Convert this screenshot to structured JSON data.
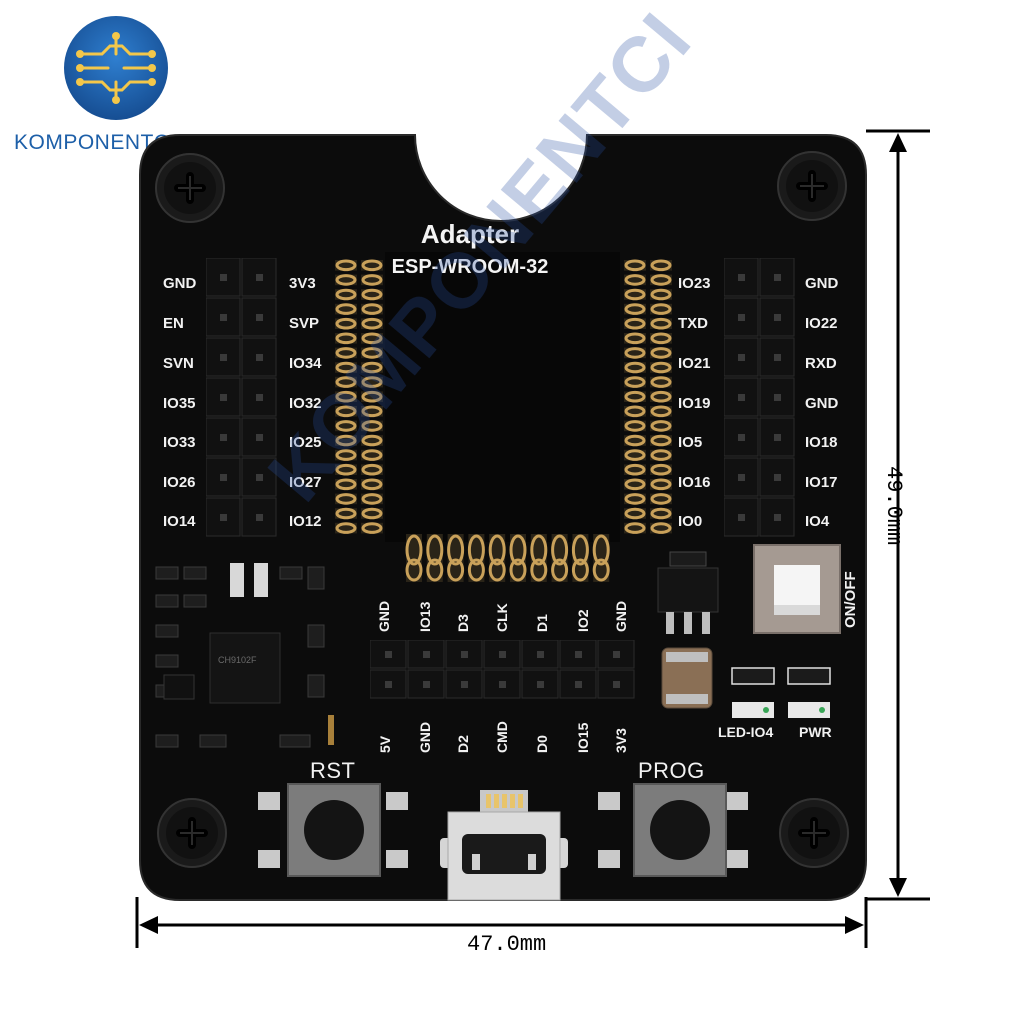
{
  "logo": {
    "brand_text": "KOMPONENTCI"
  },
  "board": {
    "title": "Adapter",
    "subtitle": "ESP-WROOM-32",
    "left_outer_labels": [
      "GND",
      "EN",
      "SVN",
      "IO35",
      "IO33",
      "IO26",
      "IO14"
    ],
    "left_inner_labels": [
      "3V3",
      "SVP",
      "IO34",
      "IO32",
      "IO25",
      "IO27",
      "IO12"
    ],
    "right_inner_labels": [
      "IO23",
      "TXD",
      "IO21",
      "IO19",
      "IO5",
      "IO16",
      "IO0"
    ],
    "right_outer_labels": [
      "GND",
      "IO22",
      "RXD",
      "GND",
      "IO18",
      "IO17",
      "IO4"
    ],
    "bottom_top_labels": [
      "GND",
      "IO13",
      "D3",
      "CLK",
      "D1",
      "IO2",
      "GND"
    ],
    "bottom_bottom_labels": [
      "5V",
      "GND",
      "D2",
      "CMD",
      "D0",
      "IO15",
      "3V3"
    ],
    "switch_label": "ON/OFF",
    "led_io4_label": "LED-IO4",
    "pwr_label": "PWR",
    "rst_label": "RST",
    "prog_label": "PROG",
    "chip_marking": "CH9102F"
  },
  "dimensions": {
    "width": "47.0mm",
    "height": "49.0mm"
  },
  "colors": {
    "pcb": "#0c0c0c",
    "gold": "#c9a15a",
    "logo_blue": "#1d5fa8"
  }
}
